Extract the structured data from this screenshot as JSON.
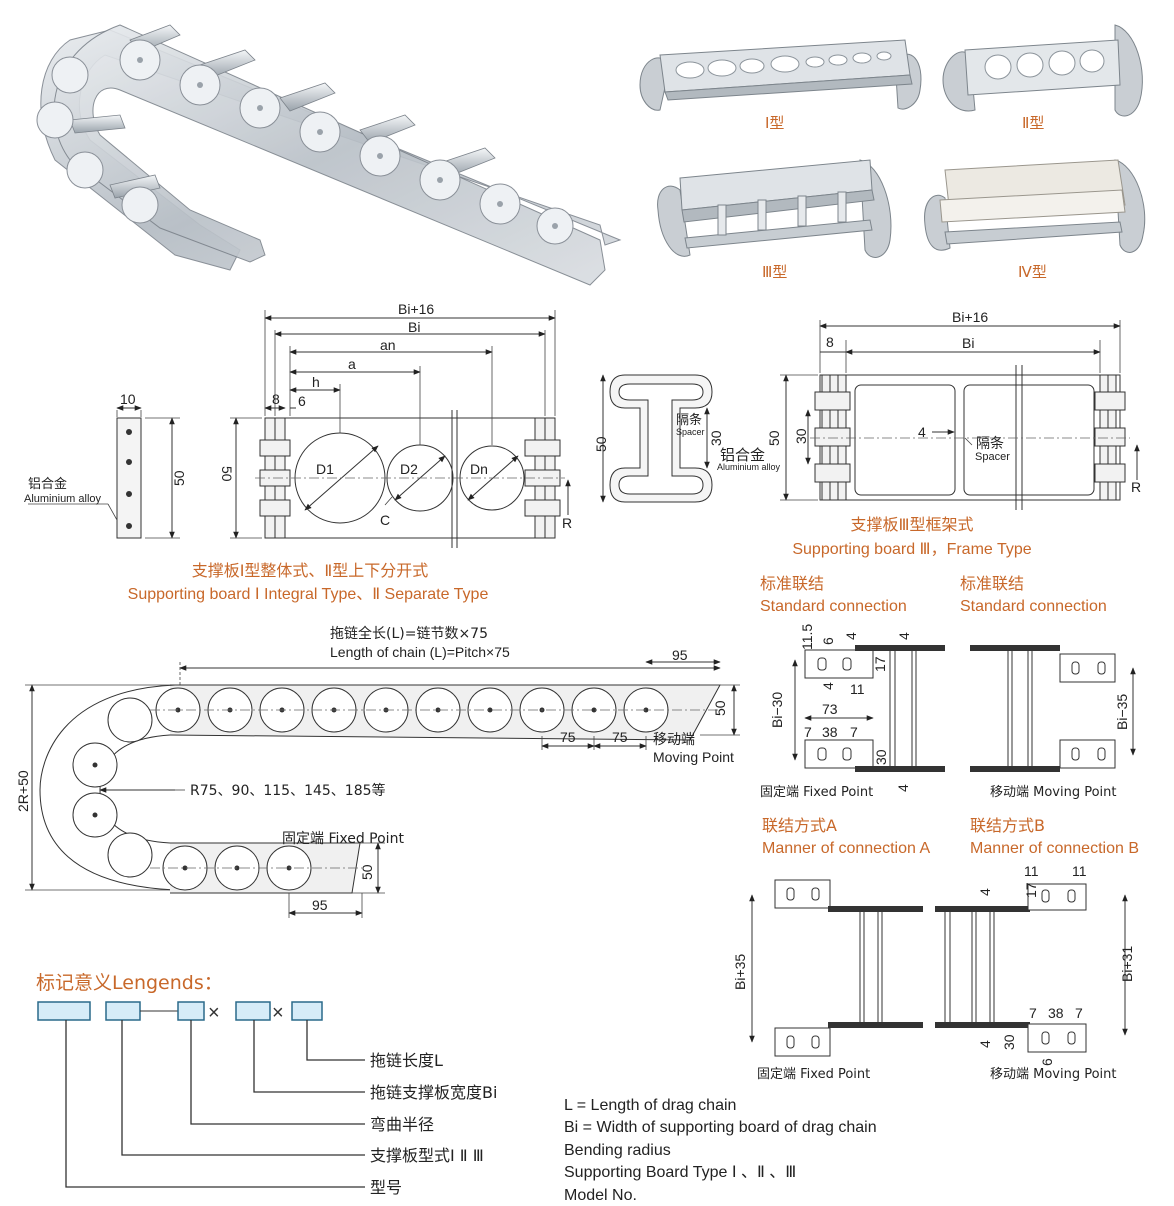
{
  "photo_labels": {
    "type1": "Ⅰ型",
    "type2": "Ⅱ型",
    "type3": "Ⅲ型",
    "type4": "Ⅳ型"
  },
  "board12": {
    "dims": {
      "bi16": "Bi+16",
      "bi": "Bi",
      "an": "an",
      "a": "a",
      "h": "h",
      "d8": "8",
      "d6": "6",
      "d10": "10",
      "d50": "50",
      "d50b": "50"
    },
    "holes": {
      "d1": "D1",
      "d2": "D2",
      "dn": "Dn",
      "c": "C",
      "r": "R"
    },
    "alloy_cn": "铝合金",
    "alloy_en": "Aluminium alloy",
    "caption_cn": "支撑板Ⅰ型整体式、Ⅱ型上下分开式",
    "caption_en": "Supporting board Ⅰ Integral Type、Ⅱ Separate Type"
  },
  "board3": {
    "dims": {
      "bi16": "Bi+16",
      "bi": "Bi",
      "d8": "8",
      "d50": "50",
      "d30": "30",
      "d50b": "50",
      "d30b": "30",
      "d4": "4",
      "r": "R"
    },
    "spacer_cn": "隔条",
    "spacer_en": "Spacer",
    "spacer2_cn": "隔条",
    "spacer2_en": "Spacer",
    "alloy_cn": "铝合金",
    "alloy_en": "Aluminium alloy",
    "caption_cn": "支撑板Ⅲ型框架式",
    "caption_en": "Supporting board Ⅲ，Frame Type"
  },
  "chain": {
    "len_cn": "拖链全长(L)=链节数×75",
    "len_en": "Length of chain (L)=Pitch×75",
    "d95a": "95",
    "d50a": "50",
    "d75a": "75",
    "d75b": "75",
    "moving_cn": "移动端",
    "moving_en": "Moving Point",
    "radius": "R75、90、115、145、185等",
    "fixed": "固定端 Fixed Point",
    "d2r": "2R+50",
    "d50b": "50",
    "d95b": "95"
  },
  "std": {
    "title_cn": "标准联结",
    "title_en": "Standard connection",
    "title2_cn": "标准联结",
    "title2_en": "Standard connection",
    "d115": "11.5",
    "d6": "6",
    "d4a": "4",
    "d4b": "4",
    "d17": "17",
    "d4c": "4",
    "d11": "11",
    "bi30": "Bi−30",
    "d73": "73",
    "d7a": "7",
    "d38": "38",
    "d7b": "7",
    "d30": "30",
    "d4d": "4",
    "bi35": "Bi−35",
    "fixed": "固定端 Fixed Point",
    "moving": "移动端 Moving Point"
  },
  "conn": {
    "a_cn": "联结方式A",
    "a_en": "Manner of connection A",
    "b_cn": "联结方式B",
    "b_en": "Manner of connection B",
    "bi35": "Bi+35",
    "d4a": "4",
    "d4b": "4",
    "d11a": "11",
    "d11b": "11",
    "d17": "17",
    "bi31": "Bi+31",
    "d7a": "7",
    "d38": "38",
    "d7b": "7",
    "d30": "30",
    "d6": "6",
    "fixed": "固定端 Fixed Point",
    "moving": "移动端 Moving Point"
  },
  "legend": {
    "title": "标记意义Lengends：",
    "times1": "×",
    "times2": "×",
    "item1": "拖链长度L",
    "item2": "拖链支撑板宽度Bi",
    "item3": "弯曲半径",
    "item4": "支撑板型式Ⅰ Ⅱ Ⅲ",
    "item5": "型号",
    "en1": "L = Length of drag chain",
    "en2": "Bi = Width of supporting board of drag chain",
    "en3": "Bending radius",
    "en4": "Supporting Board Type Ⅰ 、Ⅱ 、Ⅲ",
    "en5": "Model No."
  }
}
